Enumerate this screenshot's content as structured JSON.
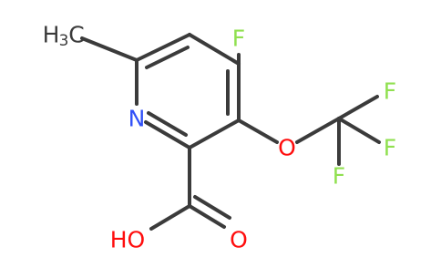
{
  "molecule": {
    "atom_labels": {
      "methyl_h": "H",
      "methyl_sub": "3",
      "methyl_c": "C",
      "ring_n": "N",
      "fluoro": "F",
      "ether_o": "O",
      "cf3_f1": "F",
      "cf3_f2": "F",
      "cf3_f3": "F",
      "hydroxyl": "HO",
      "carbonyl_o": "O"
    },
    "colors": {
      "bond": "#3b3b3b",
      "nitrogen": "#3050F8",
      "oxygen": "#FF0D0D",
      "fluorine": "#90E050"
    }
  }
}
